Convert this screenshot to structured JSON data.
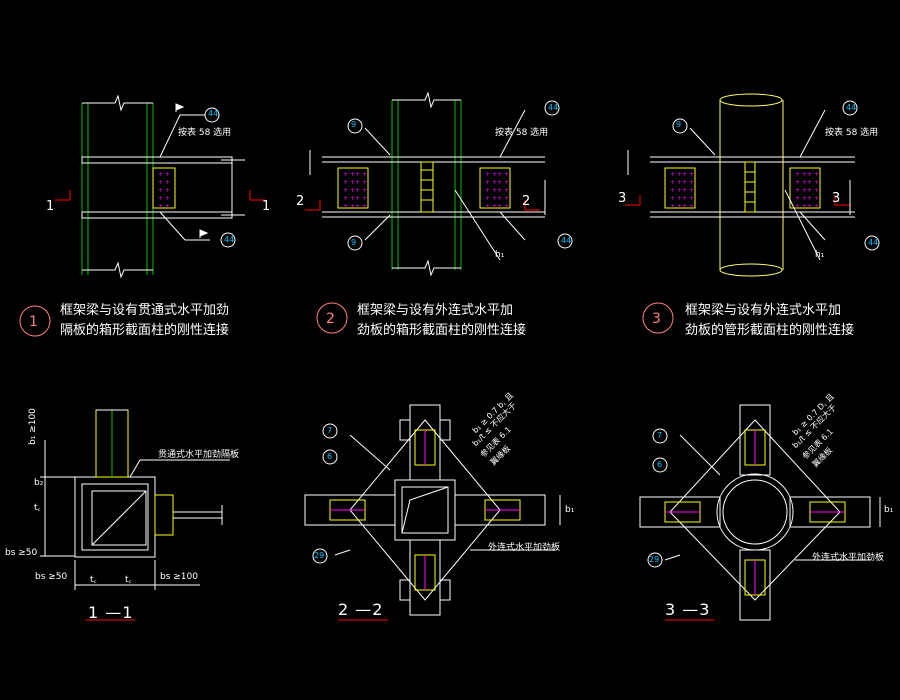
{
  "colors": {
    "background": "#000000",
    "column": "#00c000",
    "beam": "#ffffff",
    "plate": "#ffff00",
    "bolt": "#ff00ff",
    "weld": "#00ffff",
    "section_mark": "#ff0000",
    "tube": "#ffff66",
    "circle_label": "#ff8080"
  },
  "details": [
    {
      "number": "1",
      "caption_line1": "框架梁与设有贯通式水平加劲",
      "caption_line2": "隔板的箱形截面柱的刚性连接",
      "section_left": "1",
      "section_right": "1",
      "note": "按表 58 选用",
      "weld_top": "44",
      "weld_bottom": "44"
    },
    {
      "number": "2",
      "caption_line1": "框架梁与设有外连式水平加",
      "caption_line2": "劲板的箱形截面柱的刚性连接",
      "section_left": "2",
      "section_right": "2",
      "note": "按表 58 选用",
      "weld_top_left": "9",
      "weld_bottom_left": "9",
      "weld_top": "44",
      "weld_bottom": "44",
      "dim": "h₁"
    },
    {
      "number": "3",
      "caption_line1": "框架梁与设有外连式水平加",
      "caption_line2": "劲板的管形截面柱的刚性连接",
      "section_left": "3",
      "section_right": "3",
      "note": "按表 58 选用",
      "weld_top_left": "9",
      "weld_top": "44",
      "weld_bottom": "44",
      "dim": "h₁"
    }
  ],
  "sections": [
    {
      "title": "1 —1",
      "label": "贯通式水平加劲隔板",
      "dim_b1": "b₁ ≥100",
      "dim_b2": "b₂",
      "dim_tc": "t꜀",
      "dim_bs_left": "bs ≥50",
      "dim_bs_bottom_left": "bs ≥50",
      "dim_bs_bottom_right": "bs ≥100",
      "dim_tc_bottom_left": "t꜀",
      "dim_tc_bottom_right": "t꜀"
    },
    {
      "title": "2 —2",
      "label": "外连式水平加劲板",
      "weld_7": "7",
      "weld_6": "6",
      "weld_29": "29",
      "note_line1": "b₁ ≥ 0.7 b꜀ 且",
      "note_line2": "b₁/t ≤ 不应大于",
      "note_line3": "参见表 6.1",
      "note_line4": "翼缘板",
      "dim": "b₁"
    },
    {
      "title": "3 —3",
      "label": "外连式水平加劲板",
      "weld_7": "7",
      "weld_6": "6",
      "weld_29": "29",
      "note_line1": "b₁ ≥ 0.7 D꜀ 且",
      "note_line2": "b₁/t ≤ 不应大于",
      "note_line3": "参见表 6.1",
      "note_line4": "翼缘板",
      "dim": "b₁"
    }
  ]
}
